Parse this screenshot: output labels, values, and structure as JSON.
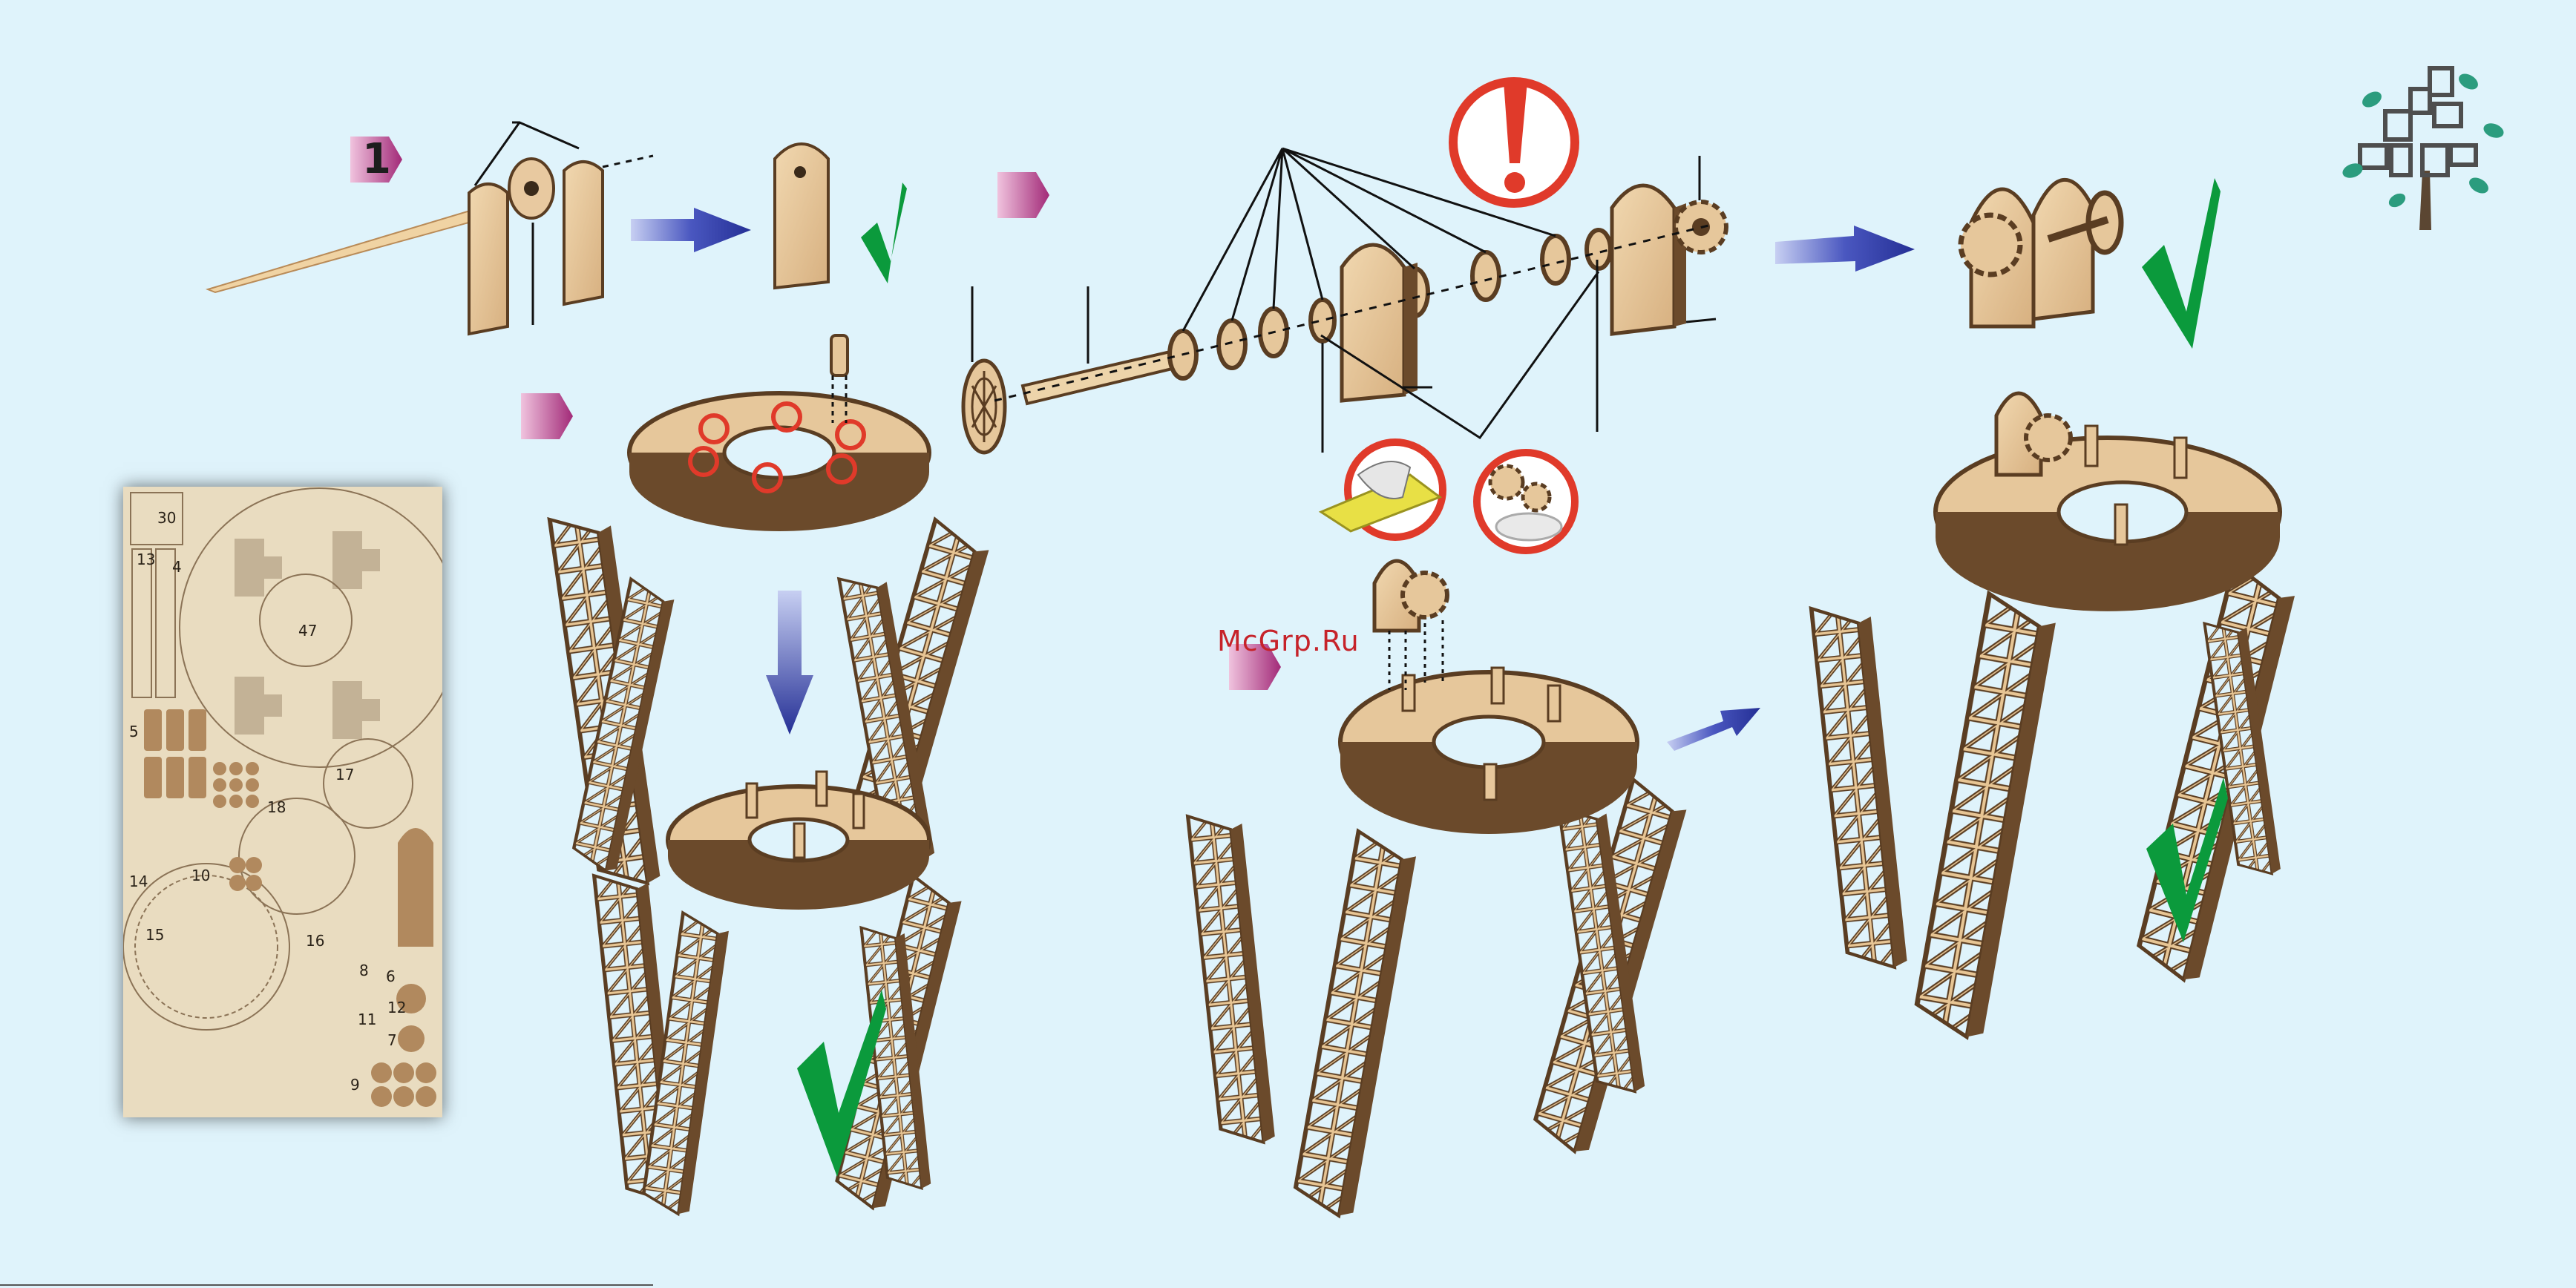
{
  "steps": [
    {
      "number": "1"
    }
  ],
  "watermark": "McGrp.Ru",
  "sheet": {
    "numbers": [
      "30",
      "13",
      "4",
      "47",
      "5",
      "17",
      "18",
      "14",
      "10",
      "15",
      "16",
      "8",
      "6",
      "12",
      "7",
      "11",
      "9"
    ]
  },
  "icons": [
    "arrow-right-icon",
    "check-mark-icon",
    "exclamation-warning-icon",
    "sandpaper-icon",
    "glue-icon",
    "arrow-down-icon",
    "tree-logo-icon"
  ],
  "colors": {
    "background": "#dff3fb",
    "wood": "#e6c79b",
    "wood_edge": "#5a3d22",
    "arrow": "#2f3da6",
    "check": "#0b9a3c",
    "marker": "#b0307e",
    "warning": "#e03a2a"
  }
}
